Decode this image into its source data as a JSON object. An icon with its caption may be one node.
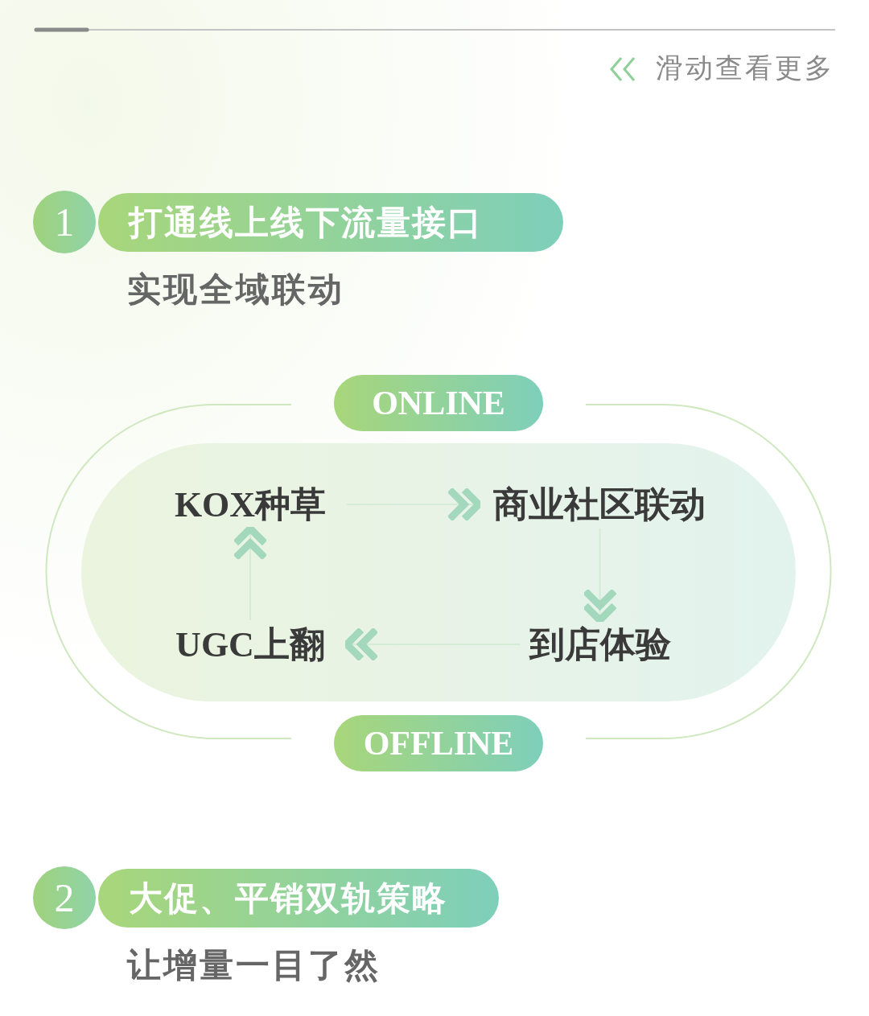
{
  "diagram": {
    "nodes": [
      {
        "text": [
          "1"
        ]
      },
      {
        "text": [
          "打通线上线下流量接口"
        ]
      },
      {
        "text": [
          "ONLINE"
        ]
      },
      {
        "text": [],
        "shape": "box"
      },
      {
        "text": [
          "KOX种草"
        ],
        "in": 3
      },
      {
        "text": [
          "商业社区联动"
        ],
        "in": 3
      },
      {
        "text": [
          "到店体验"
        ],
        "in": 3
      },
      {
        "text": [
          "UGC上翻"
        ],
        "in": 3
      },
      {
        "text": [
          "OFFLINE"
        ]
      },
      {
        "text": [
          "2"
        ]
      },
      {
        "text": [
          "大促、平销双轨策略"
        ]
      }
    ],
    "edges": [
      {
        "from": 4,
        "to": 5,
        "arrow": "to"
      },
      {
        "from": 5,
        "to": 6,
        "arrow": "to"
      },
      {
        "from": 6,
        "to": 7,
        "arrow": "to"
      },
      {
        "from": 7,
        "to": 4,
        "arrow": "to"
      }
    ],
    "labels": [
      "滑动查看更多",
      "实现全域联动",
      "让增量一目了然"
    ]
  }
}
